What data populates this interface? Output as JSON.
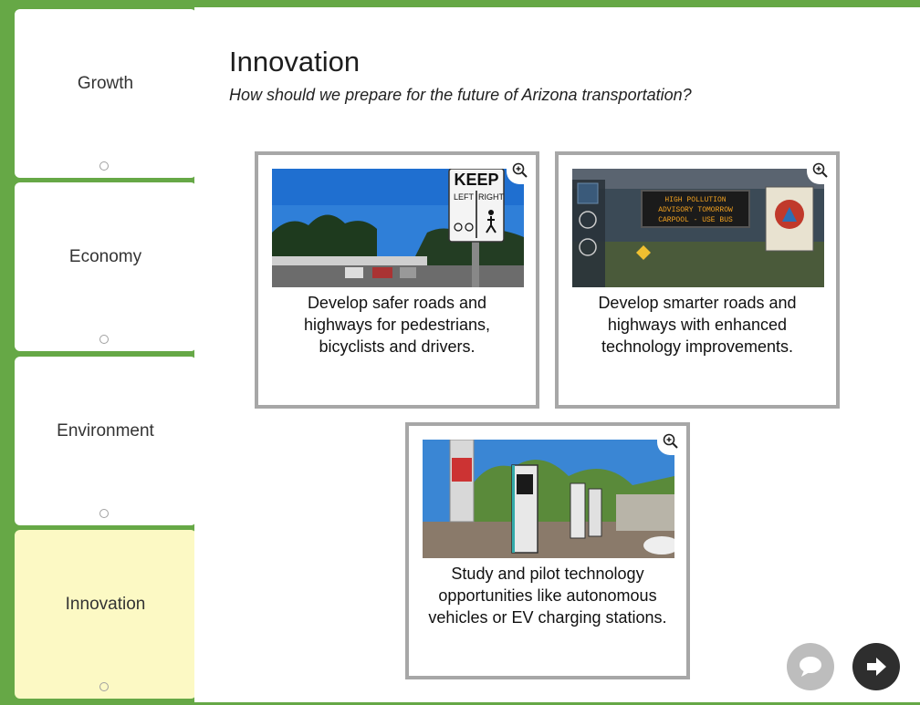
{
  "sidebar": {
    "items": [
      {
        "label": "Growth"
      },
      {
        "label": "Economy"
      },
      {
        "label": "Environment"
      },
      {
        "label": "Innovation"
      }
    ],
    "active_index": 3
  },
  "main": {
    "title": "Innovation",
    "subtitle": "How should we prepare for the future of Arizona transportation?",
    "cards": [
      {
        "caption": "Develop safer roads and highways for pedestrians, bicyclists and drivers.",
        "photo_sign_top": "KEEP",
        "photo_sign_left": "LEFT",
        "photo_sign_right": "RIGHT"
      },
      {
        "caption": "Develop smarter roads and highways with enhanced technology improvements.",
        "photo_sign_lines": [
          "HIGH POLLUTION",
          "ADVISORY TOMORROW",
          "CARPOOL - USE BUS"
        ]
      },
      {
        "caption": "Study and pilot technology opportunities like autonomous vehicles or EV charging stations."
      }
    ]
  },
  "controls": {
    "comment_icon": "speech-bubble-icon",
    "next_icon": "arrow-right-icon"
  },
  "colors": {
    "brand_green": "#66a846",
    "active_tab": "#fcf9c4",
    "card_border": "#a7a7a7"
  }
}
